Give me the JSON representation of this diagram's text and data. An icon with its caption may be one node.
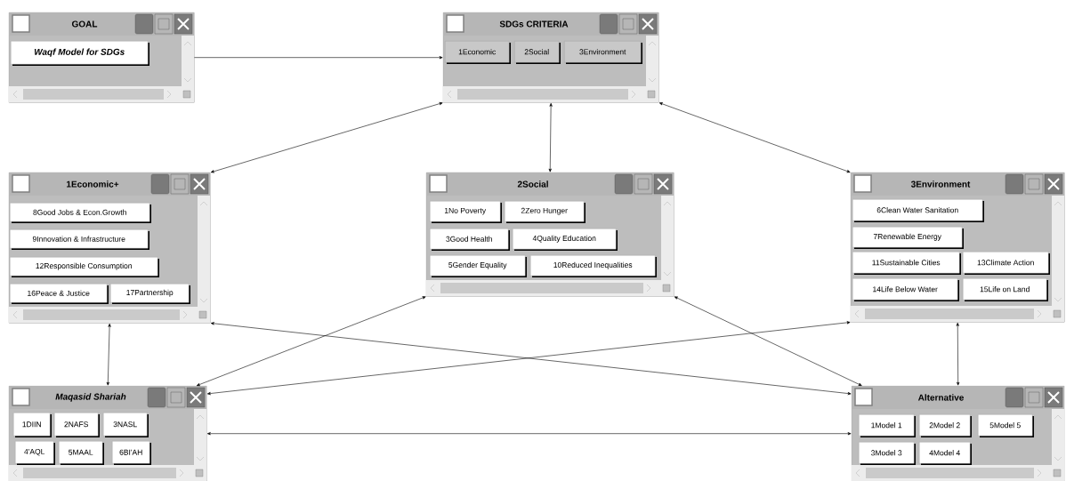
{
  "diagram": {
    "nodes": [
      {
        "text": [
          "GOAL"
        ]
      },
      {
        "text": [
          "Waqf Model for SDGs"
        ],
        "in": 0
      },
      {
        "text": [
          "SDGs CRITERIA"
        ]
      },
      {
        "text": [
          "1Economic"
        ],
        "in": 2
      },
      {
        "text": [
          "2Social"
        ],
        "in": 2
      },
      {
        "text": [
          "3Environment"
        ],
        "in": 2
      },
      {
        "text": [
          "1Economic+"
        ]
      },
      {
        "text": [
          "8Good Jobs & Econ.Growth"
        ],
        "in": 6
      },
      {
        "text": [
          "9Innovation & Infrastructure"
        ],
        "in": 6
      },
      {
        "text": [
          "12Responsible Consumption"
        ],
        "in": 6
      },
      {
        "text": [
          "16Peace & Justice"
        ],
        "in": 6
      },
      {
        "text": [
          "17Partnership"
        ],
        "in": 6
      },
      {
        "text": [
          "2Social"
        ]
      },
      {
        "text": [
          "1No Poverty"
        ],
        "in": 12
      },
      {
        "text": [
          "2Zero Hunger"
        ],
        "in": 12
      },
      {
        "text": [
          "3Good Health"
        ],
        "in": 12
      },
      {
        "text": [
          "4Quality Education"
        ],
        "in": 12
      },
      {
        "text": [
          "5Gender Equality"
        ],
        "in": 12
      },
      {
        "text": [
          "10Reduced Inequalities"
        ],
        "in": 12
      },
      {
        "text": [
          "3Environment"
        ]
      },
      {
        "text": [
          "6Clean Water Sanitation"
        ],
        "in": 19
      },
      {
        "text": [
          "7Renewable Energy"
        ],
        "in": 19
      },
      {
        "text": [
          "11Sustainable Cities"
        ],
        "in": 19
      },
      {
        "text": [
          "13Climate Action"
        ],
        "in": 19
      },
      {
        "text": [
          "14Life Below Water"
        ],
        "in": 19
      },
      {
        "text": [
          "15Life on Land"
        ],
        "in": 19
      },
      {
        "text": [
          "Maqasid Shariah"
        ]
      },
      {
        "text": [
          "1DIIN"
        ],
        "in": 26
      },
      {
        "text": [
          "2NAFS"
        ],
        "in": 26
      },
      {
        "text": [
          "3NASL"
        ],
        "in": 26
      },
      {
        "text": [
          "4'AQL"
        ],
        "in": 26
      },
      {
        "text": [
          "5MAAL"
        ],
        "in": 26
      },
      {
        "text": [
          "6BI'AH"
        ],
        "in": 26
      },
      {
        "text": [
          "Alternative"
        ]
      },
      {
        "text": [
          "1Model 1"
        ],
        "in": 33
      },
      {
        "text": [
          "2Model 2"
        ],
        "in": 33
      },
      {
        "text": [
          "5Model 5"
        ],
        "in": 33
      },
      {
        "text": [
          "3Model 3"
        ],
        "in": 33
      },
      {
        "text": [
          "4Model 4"
        ],
        "in": 33
      }
    ],
    "edges": [
      {
        "from": 0,
        "to": 2,
        "arrow": "to"
      },
      {
        "from": 2,
        "to": 6,
        "arrow": "both"
      },
      {
        "from": 2,
        "to": 12,
        "arrow": "both"
      },
      {
        "from": 2,
        "to": 19,
        "arrow": "both"
      },
      {
        "from": 6,
        "to": 26,
        "arrow": "both"
      },
      {
        "from": 6,
        "to": 33,
        "arrow": "both"
      },
      {
        "from": 26,
        "to": 12,
        "arrow": "both"
      },
      {
        "from": 26,
        "to": 19,
        "arrow": "both"
      },
      {
        "from": 12,
        "to": 33,
        "arrow": "both"
      },
      {
        "from": 19,
        "to": 33,
        "arrow": "both"
      },
      {
        "from": 26,
        "to": 33,
        "arrow": "both"
      }
    ]
  }
}
